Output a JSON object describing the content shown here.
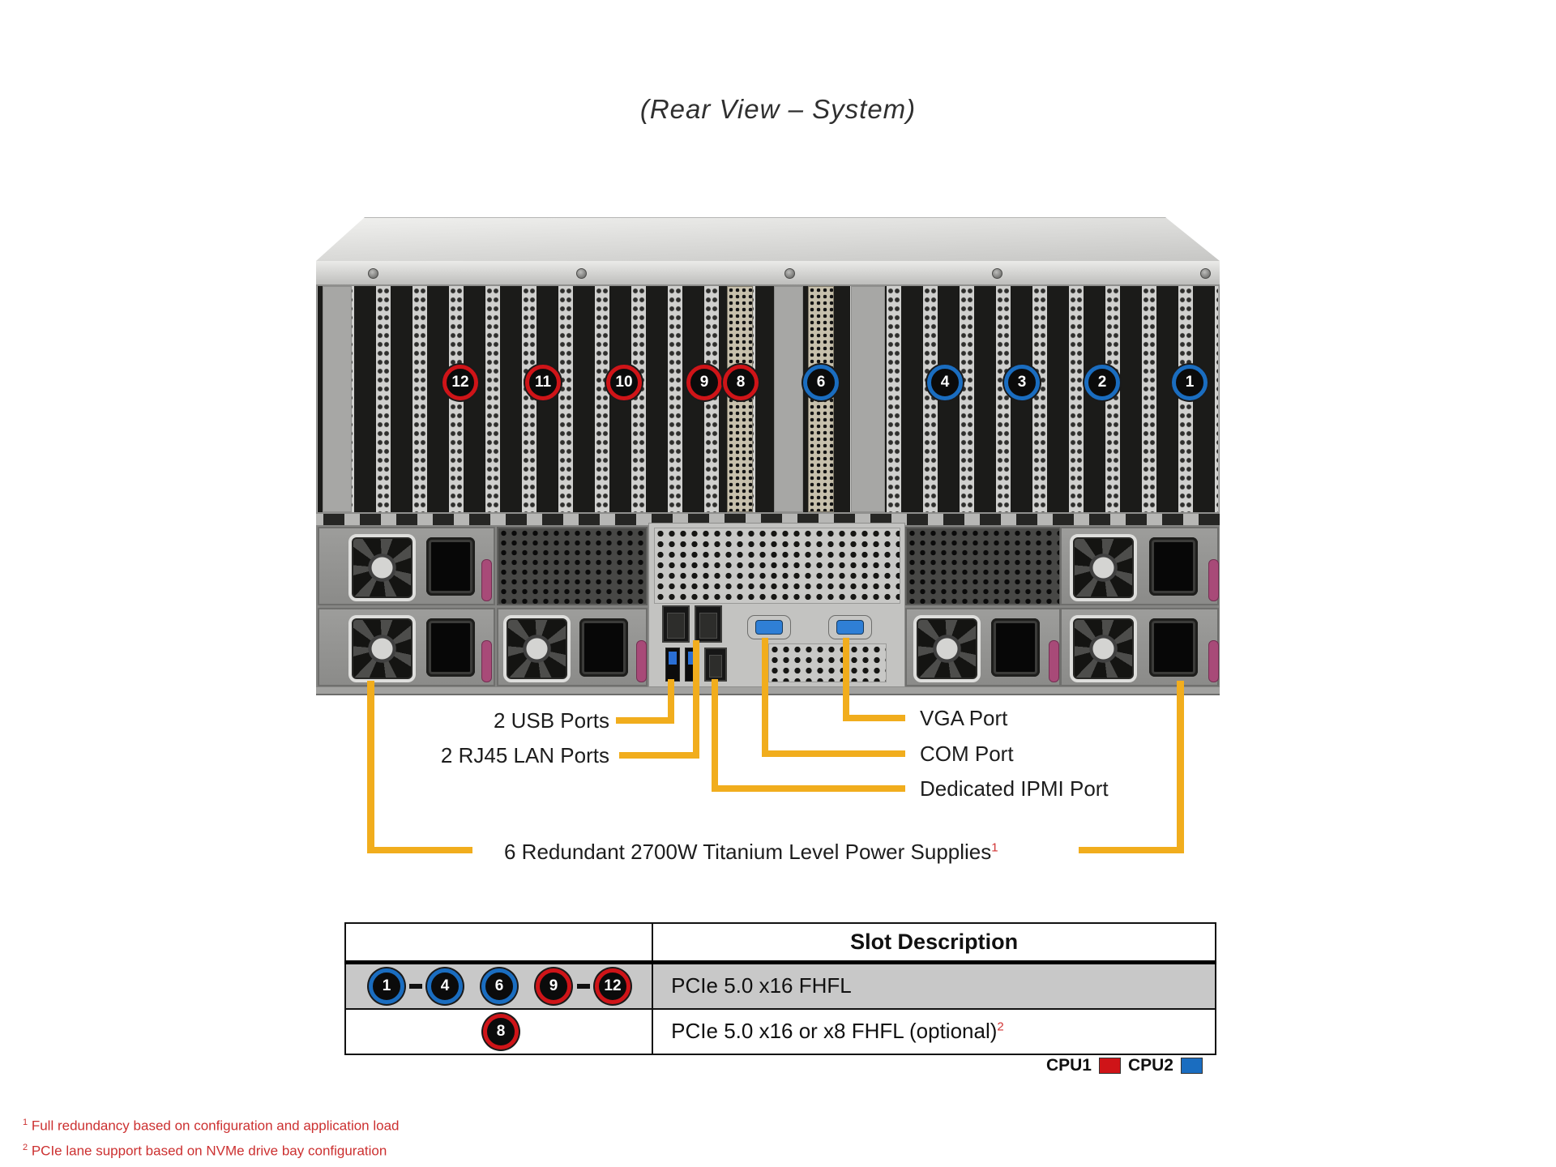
{
  "title": "(Rear View – System)",
  "colors": {
    "cpu1": "#cf1418",
    "cpu2": "#1a6dc0",
    "callout": "#f1ad1d"
  },
  "rear_slots": [
    {
      "n": "12",
      "cpu": "cpu1"
    },
    {
      "n": "11",
      "cpu": "cpu1"
    },
    {
      "n": "10",
      "cpu": "cpu1"
    },
    {
      "n": "9",
      "cpu": "cpu1"
    },
    {
      "n": "8",
      "cpu": "cpu1"
    },
    {
      "n": "6",
      "cpu": "cpu2"
    },
    {
      "n": "4",
      "cpu": "cpu2"
    },
    {
      "n": "3",
      "cpu": "cpu2"
    },
    {
      "n": "2",
      "cpu": "cpu2"
    },
    {
      "n": "1",
      "cpu": "cpu2"
    }
  ],
  "callouts": {
    "usb": "2 USB Ports",
    "lan": "2 RJ45 LAN Ports",
    "vga": "VGA Port",
    "com": "COM Port",
    "ipmi": "Dedicated IPMI Port",
    "psu": "6 Redundant 2700W Titanium Level Power Supplies",
    "psu_footnote_ref": "1"
  },
  "table": {
    "header_desc": "Slot Description",
    "rows": [
      {
        "slots": [
          {
            "type": "circle",
            "n": "1",
            "cpu": "cpu2"
          },
          {
            "type": "dash"
          },
          {
            "type": "circle",
            "n": "4",
            "cpu": "cpu2"
          },
          {
            "type": "circle",
            "n": "6",
            "cpu": "cpu2"
          },
          {
            "type": "circle",
            "n": "9",
            "cpu": "cpu1"
          },
          {
            "type": "dash"
          },
          {
            "type": "circle",
            "n": "12",
            "cpu": "cpu1"
          }
        ],
        "desc": "PCIe 5.0 x16 FHFL",
        "footnote_ref": ""
      },
      {
        "slots": [
          {
            "type": "circle",
            "n": "8",
            "cpu": "cpu1"
          }
        ],
        "desc": "PCIe 5.0 x16 or x8 FHFL (optional)",
        "footnote_ref": "2"
      }
    ]
  },
  "legend": [
    {
      "label": "CPU1",
      "color_key": "cpu1"
    },
    {
      "label": "CPU2",
      "color_key": "cpu2"
    }
  ],
  "footnotes": [
    {
      "ref": "1",
      "text": "Full redundancy based on configuration and application load"
    },
    {
      "ref": "2",
      "text": "PCIe lane support based on NVMe drive bay configuration"
    }
  ]
}
